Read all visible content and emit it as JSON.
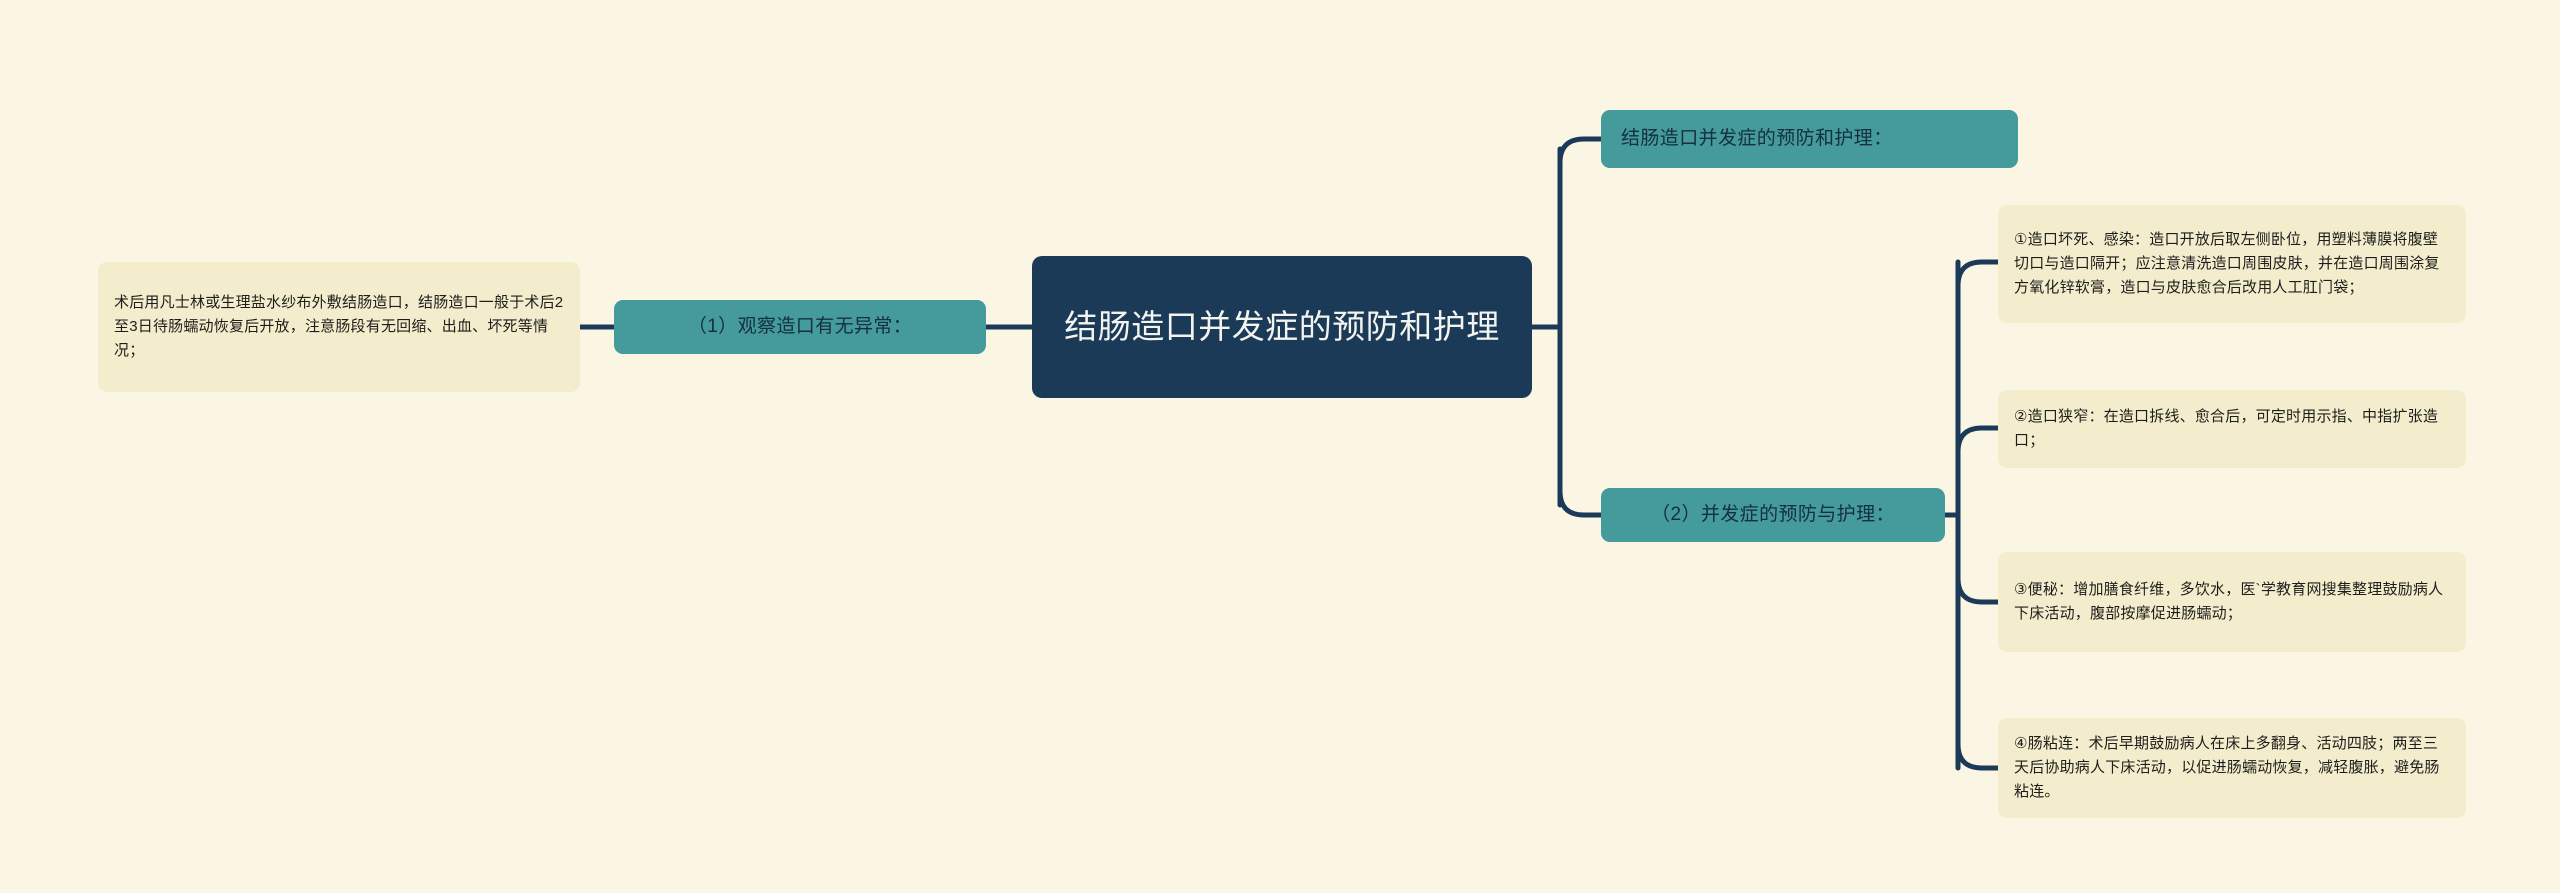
{
  "page": {
    "background_color": "#fbf5e4",
    "root_color": "#1b3a58",
    "branch_color": "#459a9b",
    "leaf_color": "#f4edcd",
    "connector_color": "#1b3a58"
  },
  "root": {
    "label": "结肠造口并发症的预防和护理"
  },
  "left": {
    "branch": {
      "label": "（1）观察造口有无异常："
    },
    "leaf": {
      "label": "术后用凡士林或生理盐水纱布外敷结肠造口，结肠造口一般于术后2至3日待肠蠕动恢复后开放，注意肠段有无回缩、出血、坏死等情况；"
    }
  },
  "right": {
    "branches": [
      {
        "label": "结肠造口并发症的预防和护理：",
        "leaves": []
      },
      {
        "label": "（2）并发症的预防与护理：",
        "leaves": [
          {
            "label": "①造口坏死、感染：造口开放后取左侧卧位，用塑料薄膜将腹壁切口与造口隔开；应注意清洗造口周围皮肤，并在造口周围涂复方氧化锌软膏，造口与皮肤愈合后改用人工肛门袋；"
          },
          {
            "label": "②造口狭窄：在造口拆线、愈合后，可定时用示指、中指扩张造口；"
          },
          {
            "label": "③便秘：增加膳食纤维，多饮水，医`学教育网搜集整理鼓励病人下床活动，腹部按摩促进肠蠕动；"
          },
          {
            "label": "④肠粘连：术后早期鼓励病人在床上多翻身、活动四肢；两至三天后协助病人下床活动，以促进肠蠕动恢复，减轻腹胀，避免肠粘连。"
          }
        ]
      }
    ]
  }
}
